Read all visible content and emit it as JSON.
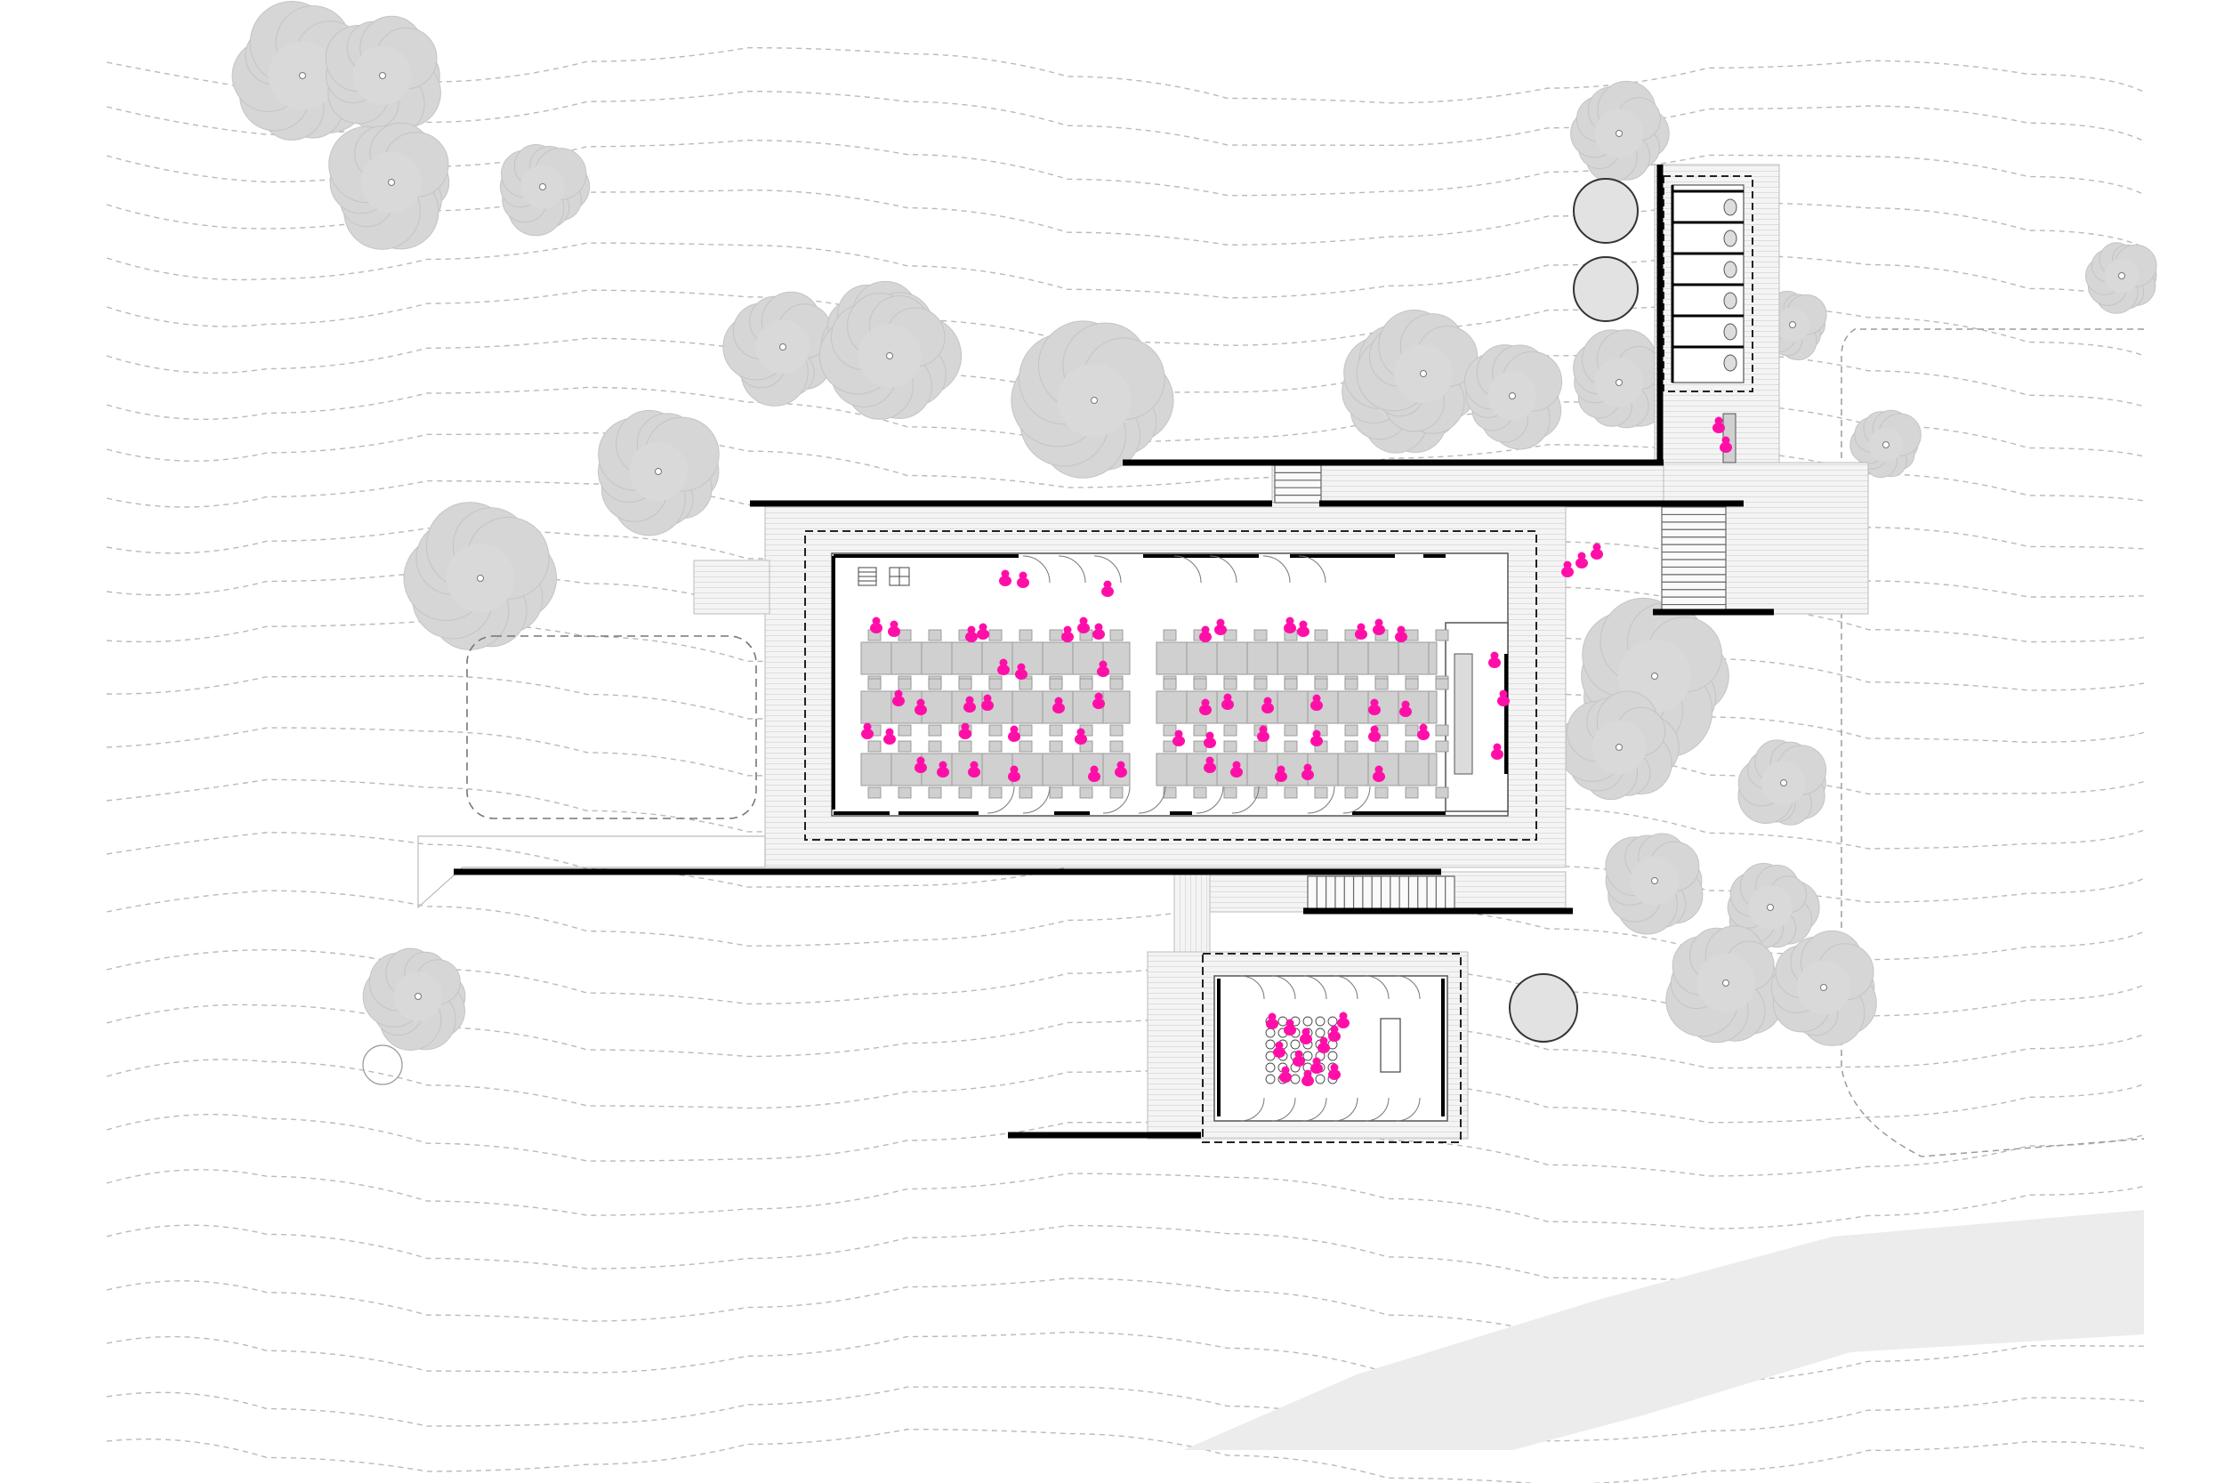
{
  "drawing": {
    "type": "architectural-site-plan",
    "colors": {
      "background": "#ffffff",
      "contour": "#b9b9b9",
      "tree_fill": "#d6d6d6",
      "tree_stroke": "#bdbdbd",
      "wall": "#000000",
      "deck": "#e9e9e9",
      "furniture": "#d0d0d0",
      "people": "#ff0fa8",
      "road": "#ececec"
    },
    "elements": {
      "main_pavilion": "main-pavilion",
      "small_pavilion": "small-pavilion",
      "restroom_block": "restroom-block",
      "water_tanks": "water-tank",
      "trees": "tree-canopy",
      "contours": "contour-line",
      "road": "road-edge"
    }
  }
}
